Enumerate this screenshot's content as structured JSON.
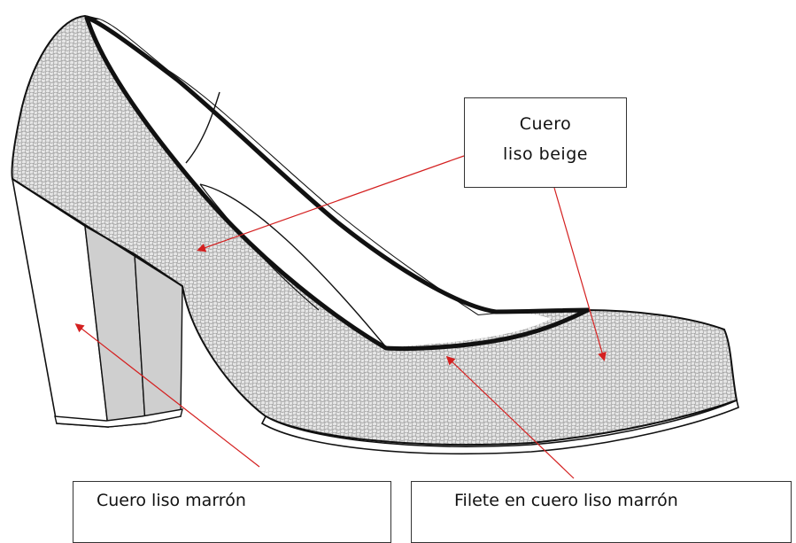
{
  "colors": {
    "outline": "#111111",
    "texture_bg": "#e6e6e6",
    "texture_line": "#9a9a9a",
    "heel_shadow": "#cfcfcf",
    "arrow": "#d42020"
  },
  "labels": {
    "beige": {
      "line1": "Cuero",
      "line2": "liso beige"
    },
    "heel": "Cuero liso marrón",
    "trim": "Filete en cuero liso marrón"
  }
}
